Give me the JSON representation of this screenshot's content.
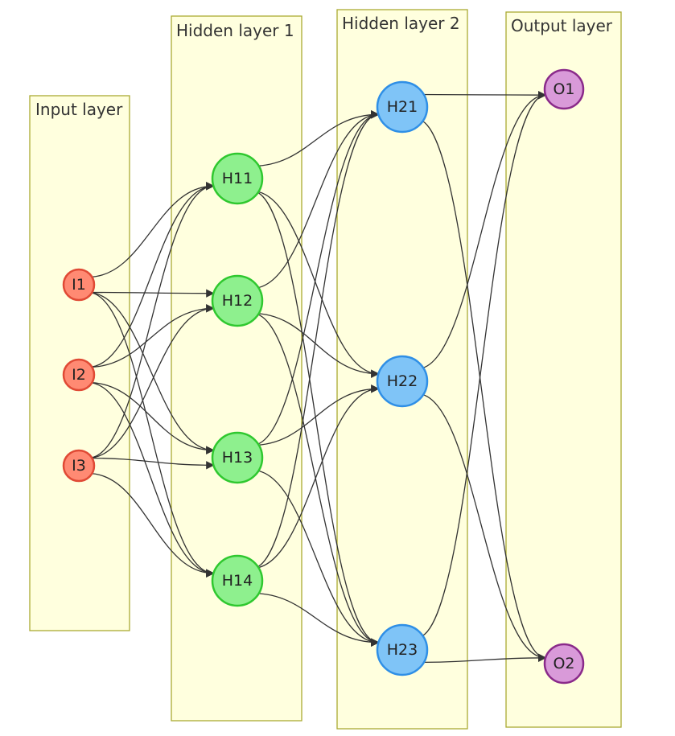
{
  "layers": [
    {
      "id": "input",
      "title": "Input layer"
    },
    {
      "id": "hidden1",
      "title": "Hidden layer 1"
    },
    {
      "id": "hidden2",
      "title": "Hidden layer 2"
    },
    {
      "id": "output",
      "title": "Output layer"
    }
  ],
  "node_styles": {
    "input": {
      "fill": "#ff8a73",
      "stroke": "#e04a35"
    },
    "hidden1": {
      "fill": "#8ef08e",
      "stroke": "#2fc82f"
    },
    "hidden2": {
      "fill": "#7fc4f7",
      "stroke": "#2f8fe6"
    },
    "output": {
      "fill": "#d99ad9",
      "stroke": "#8a2a8a"
    }
  },
  "nodes": [
    {
      "id": "I1",
      "label": "I1",
      "layer": "input"
    },
    {
      "id": "I2",
      "label": "I2",
      "layer": "input"
    },
    {
      "id": "I3",
      "label": "I3",
      "layer": "input"
    },
    {
      "id": "H11",
      "label": "H11",
      "layer": "hidden1"
    },
    {
      "id": "H12",
      "label": "H12",
      "layer": "hidden1"
    },
    {
      "id": "H13",
      "label": "H13",
      "layer": "hidden1"
    },
    {
      "id": "H14",
      "label": "H14",
      "layer": "hidden1"
    },
    {
      "id": "H21",
      "label": "H21",
      "layer": "hidden2"
    },
    {
      "id": "H22",
      "label": "H22",
      "layer": "hidden2"
    },
    {
      "id": "H23",
      "label": "H23",
      "layer": "hidden2"
    },
    {
      "id": "O1",
      "label": "O1",
      "layer": "output"
    },
    {
      "id": "O2",
      "label": "O2",
      "layer": "output"
    }
  ],
  "edges": [
    [
      "I1",
      "H11"
    ],
    [
      "I1",
      "H12"
    ],
    [
      "I1",
      "H13"
    ],
    [
      "I1",
      "H14"
    ],
    [
      "I2",
      "H11"
    ],
    [
      "I2",
      "H12"
    ],
    [
      "I2",
      "H13"
    ],
    [
      "I2",
      "H14"
    ],
    [
      "I3",
      "H11"
    ],
    [
      "I3",
      "H12"
    ],
    [
      "I3",
      "H13"
    ],
    [
      "I3",
      "H14"
    ],
    [
      "H11",
      "H21"
    ],
    [
      "H11",
      "H22"
    ],
    [
      "H11",
      "H23"
    ],
    [
      "H12",
      "H21"
    ],
    [
      "H12",
      "H22"
    ],
    [
      "H12",
      "H23"
    ],
    [
      "H13",
      "H21"
    ],
    [
      "H13",
      "H22"
    ],
    [
      "H13",
      "H23"
    ],
    [
      "H14",
      "H21"
    ],
    [
      "H14",
      "H22"
    ],
    [
      "H14",
      "H23"
    ],
    [
      "H21",
      "O1"
    ],
    [
      "H21",
      "O2"
    ],
    [
      "H22",
      "O1"
    ],
    [
      "H22",
      "O2"
    ],
    [
      "H23",
      "O1"
    ],
    [
      "H23",
      "O2"
    ]
  ]
}
